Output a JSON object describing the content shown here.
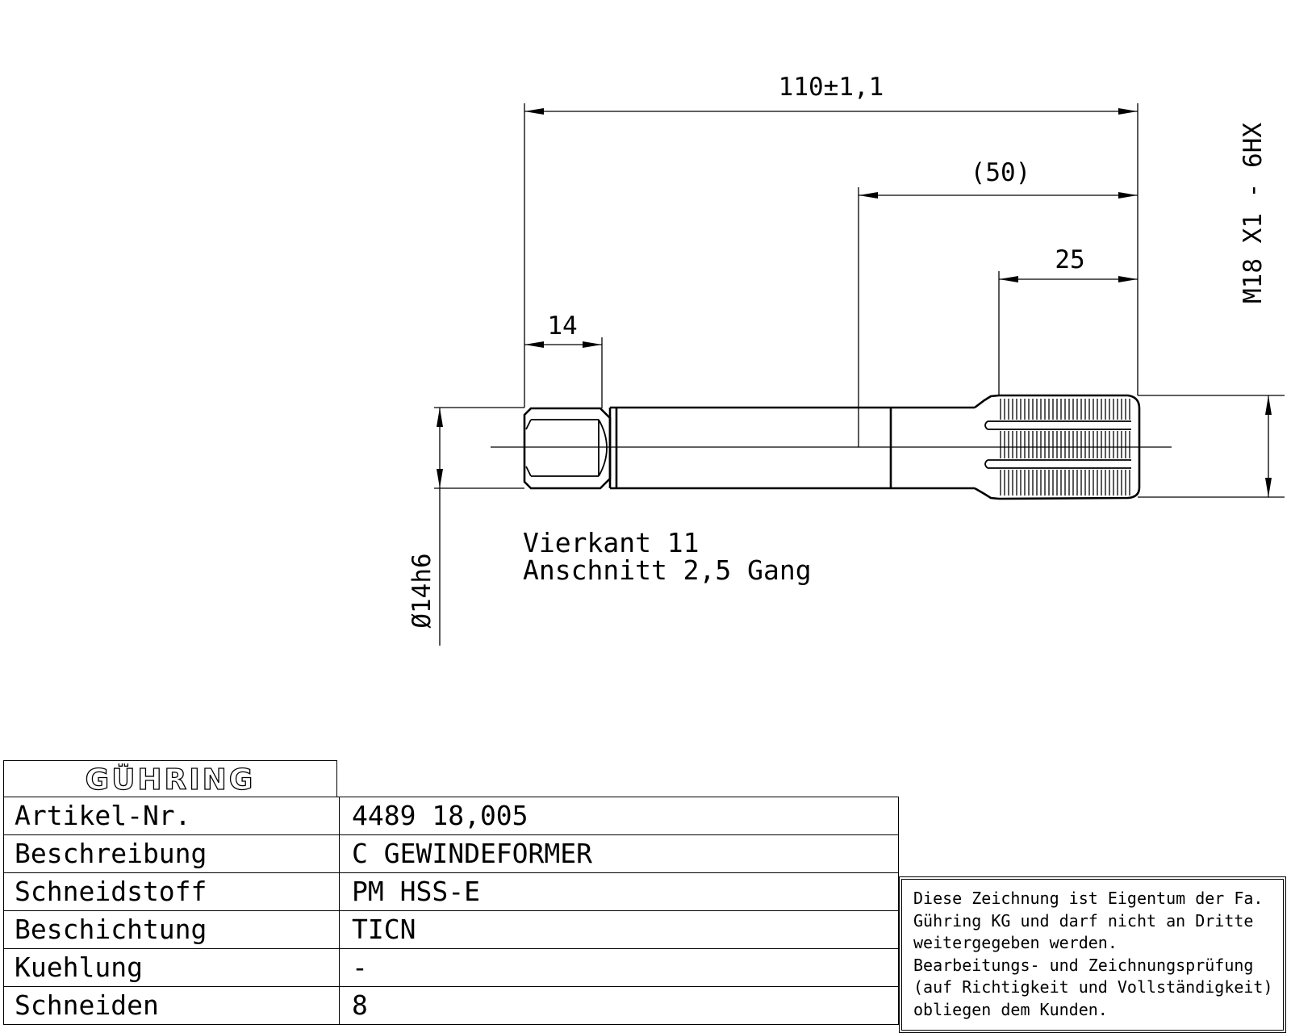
{
  "drawing": {
    "dimensions": {
      "overall_length": "110±1,1",
      "reference_length": "(50)",
      "thread_length": "25",
      "square_length": "14",
      "thread_spec": "M18  X1 - 6HX",
      "shank_diameter": "Ø14h6"
    },
    "notes": {
      "square": "Vierkant 11",
      "chamfer": "Anschnitt 2,5 Gang"
    }
  },
  "title_block": {
    "logo_text": "GÜHRING",
    "rows": [
      {
        "label": "Artikel-Nr.",
        "value": "4489 18,005"
      },
      {
        "label": "Beschreibung",
        "value": "C GEWINDEFORMER"
      },
      {
        "label": "Schneidstoff",
        "value": "PM HSS-E"
      },
      {
        "label": "Beschichtung",
        "value": "TICN"
      },
      {
        "label": "Kuehlung",
        "value": "-"
      },
      {
        "label": "Schneiden",
        "value": "8"
      }
    ]
  },
  "notice": {
    "text": "Diese Zeichnung ist Eigentum der Fa.\nGühring KG und darf nicht an Dritte\nweitergegeben werden.\nBearbeitungs- und Zeichnungsprüfung\n(auf Richtigkeit und Vollständigkeit)\nobliegen dem Kunden."
  }
}
